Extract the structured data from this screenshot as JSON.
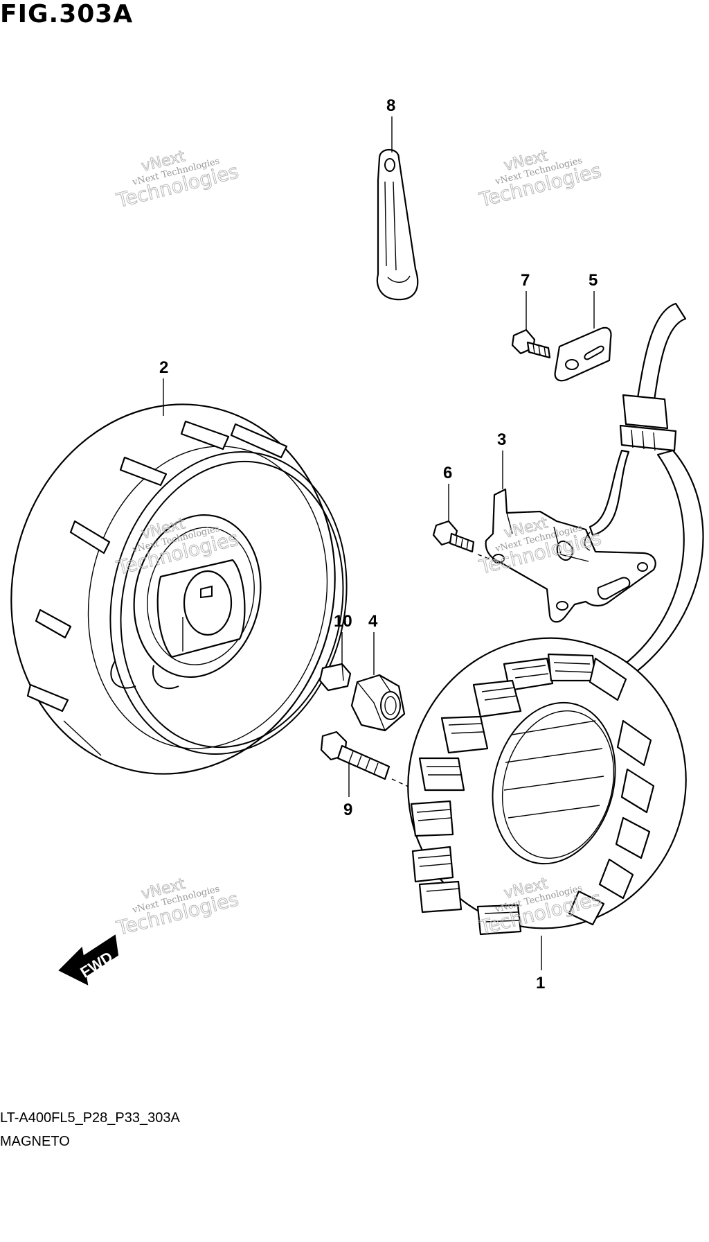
{
  "figure": {
    "title": "FIG.303A",
    "model_code": "LT-A400FL5_P28_P33_303A",
    "section_name": "MAGNETO"
  },
  "fwd_label": "FWD",
  "watermark": {
    "line1": "vNext",
    "line2": "vNext Technologies",
    "line3": "Technologies"
  },
  "callouts": [
    "1",
    "2",
    "3",
    "4",
    "5",
    "6",
    "7",
    "8",
    "9",
    "10"
  ]
}
